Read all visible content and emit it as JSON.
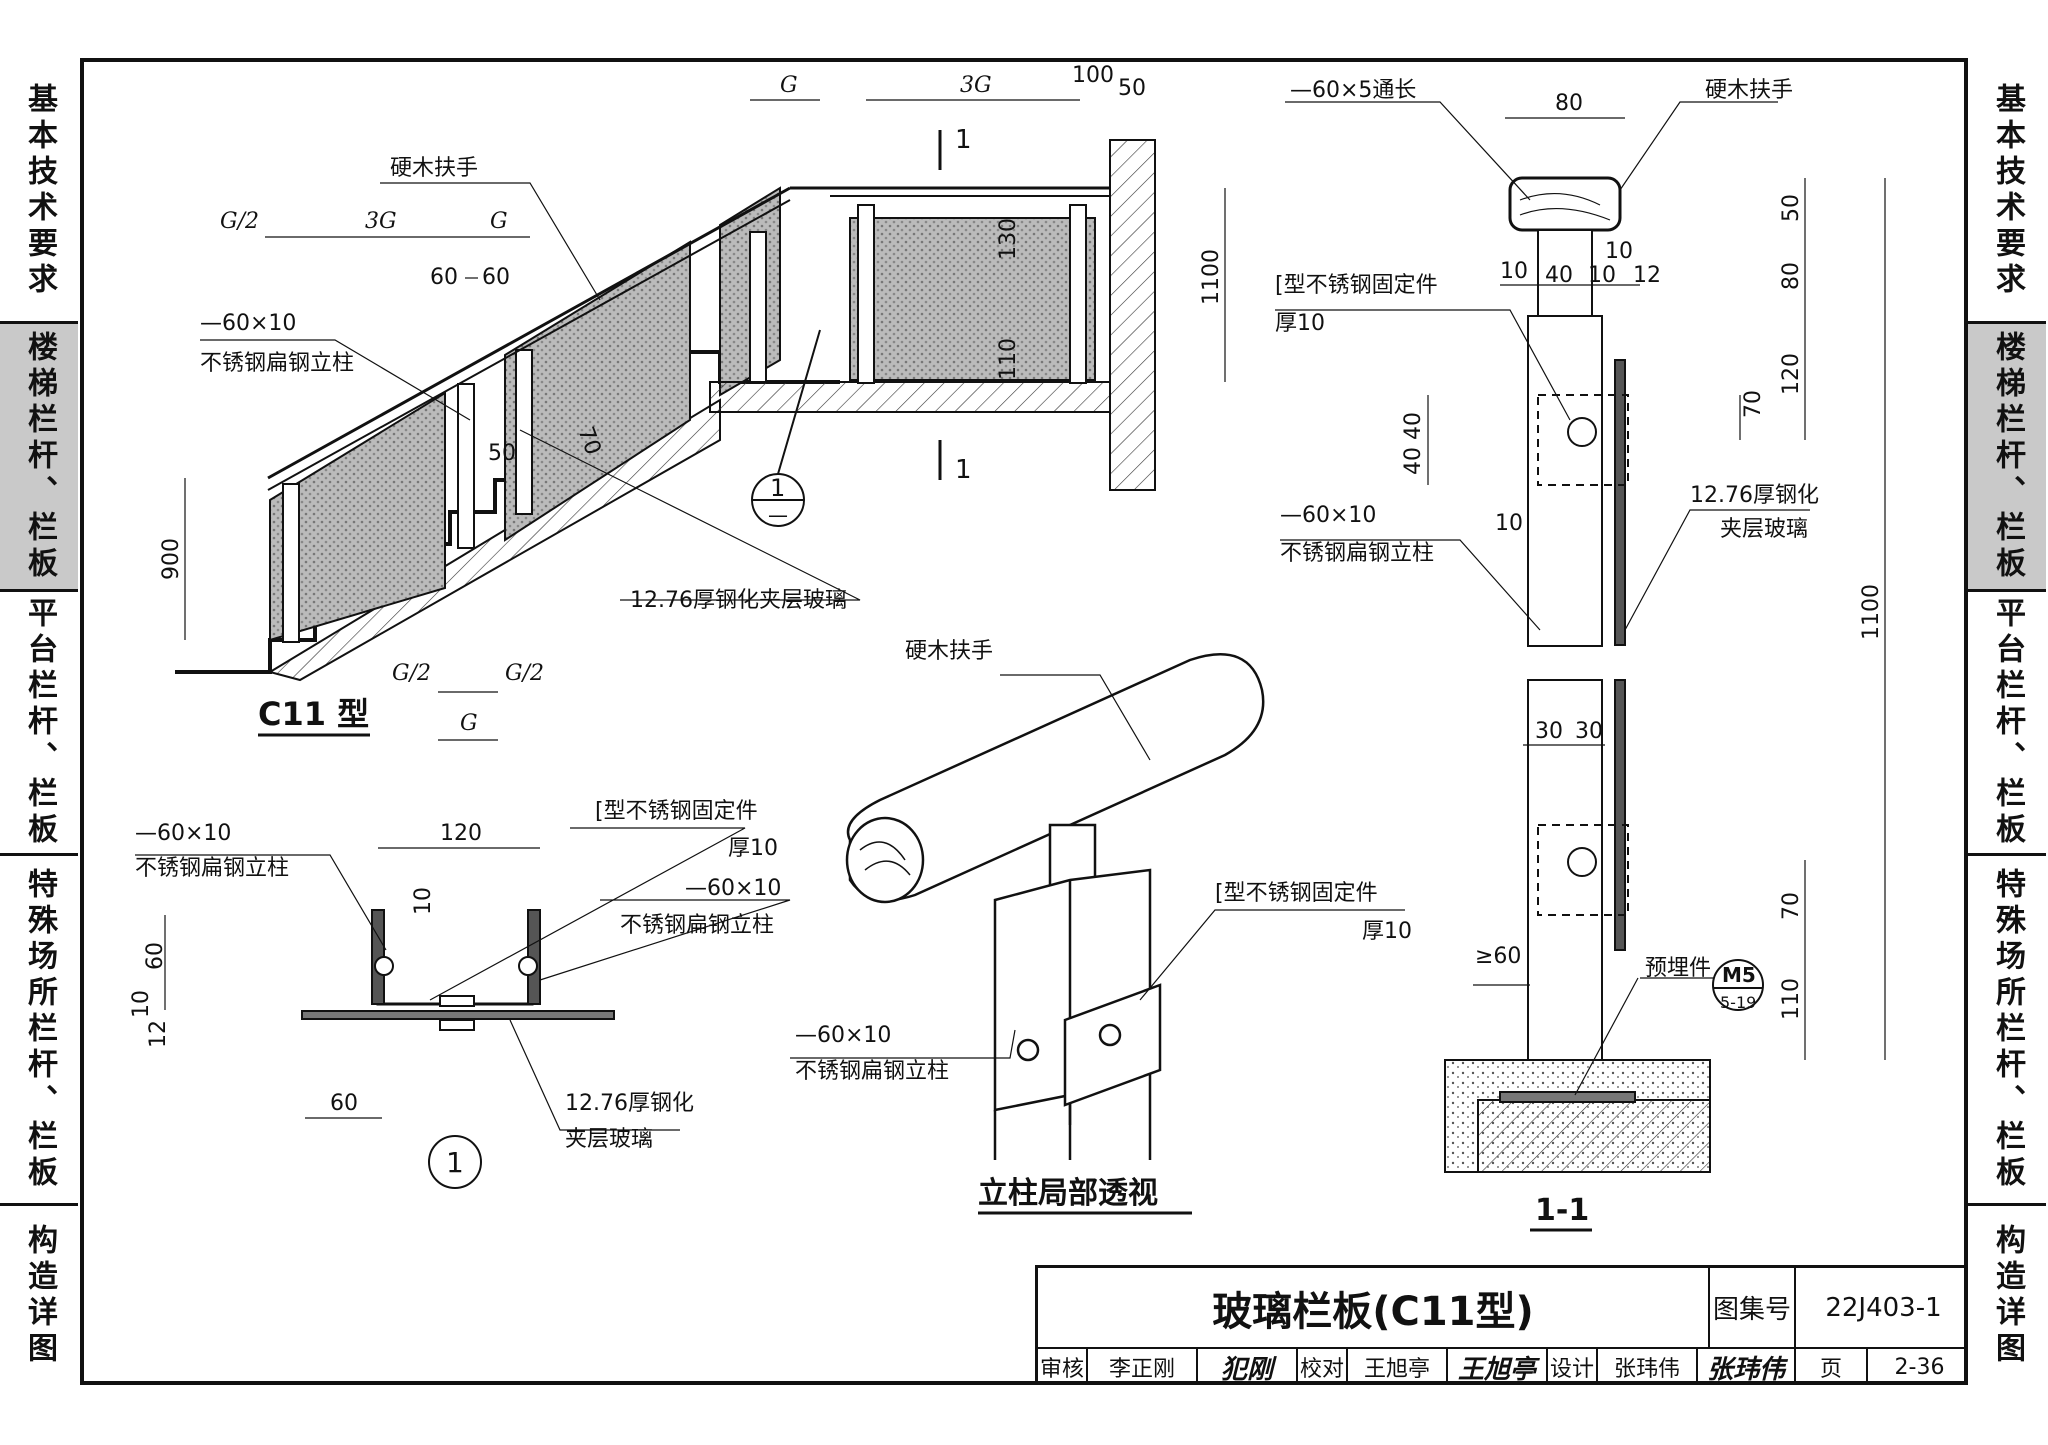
{
  "side_left": [
    {
      "label": "基本技术要求",
      "active": false
    },
    {
      "label": "楼梯栏杆、栏板",
      "active": true
    },
    {
      "label": "平台栏杆、栏板",
      "active": false
    },
    {
      "label": "特殊场所栏杆、栏板",
      "active": false
    },
    {
      "label": "构造详图",
      "active": false
    }
  ],
  "side_right": [
    {
      "label": "基本技术要求",
      "active": false
    },
    {
      "label": "楼梯栏杆、栏板",
      "active": true
    },
    {
      "label": "平台栏杆、栏板",
      "active": false
    },
    {
      "label": "特殊场所栏杆、栏板",
      "active": false
    },
    {
      "label": "构造详图",
      "active": false
    }
  ],
  "elevation": {
    "title": "C11 型",
    "handrail": "硬木扶手",
    "post_spec": "—60×10",
    "post_name": "不锈钢扁钢立柱",
    "glass": "12.76厚钢化夹层玻璃",
    "dims": {
      "g_half": "G/2",
      "g3": "3G",
      "g": "G",
      "d60a": "60",
      "d60b": "60",
      "h900": "900",
      "d50": "50",
      "d70": "70",
      "g_half_b": "G/2",
      "g_half_c": "G/2",
      "g_b": "G",
      "top_g": "G",
      "top_3g": "3G",
      "d100": "100",
      "d50b": "50",
      "d130": "130",
      "d110": "110",
      "h1100": "1100"
    },
    "cut_mark": "1",
    "detail_ref_num": "1",
    "detail_ref_den": "—"
  },
  "plan_detail": {
    "number": "1",
    "d120": "120",
    "d10": "10",
    "d60v": "60",
    "d10b": "10",
    "d12": "12",
    "d60h": "60",
    "left_post_spec": "—60×10",
    "left_post_name": "不锈钢扁钢立柱",
    "fixing": "[型不锈钢固定件",
    "fixing_thk": "厚10",
    "right_post_spec": "—60×10",
    "right_post_name": "不锈钢扁钢立柱",
    "glass_a": "12.76厚钢化",
    "glass_b": "夹层玻璃"
  },
  "perspective": {
    "title": "立柱局部透视",
    "handrail": "硬木扶手",
    "fixing": "[型不锈钢固定件",
    "fixing_thk": "厚10",
    "post_spec": "—60×10",
    "post_name": "不锈钢扁钢立柱"
  },
  "section": {
    "title": "1-1",
    "top_bar": "—60×5通长",
    "handrail": "硬木扶手",
    "fixing": "[型不锈钢固定件",
    "fixing_thk": "厚10",
    "post_spec": "—60×10",
    "post_name": "不锈钢扁钢立柱",
    "glass_a": "12.76厚钢化",
    "glass_b": "夹层玻璃",
    "embed": "预埋件",
    "embed_ref_num": "M5",
    "embed_ref_den": "5-19",
    "dims": {
      "d80": "80",
      "d10a": "10",
      "d10b": "10",
      "d40": "40",
      "d10c": "10",
      "d12": "12",
      "d40a": "40",
      "d40b": "40",
      "d10d": "10",
      "d30a": "30",
      "d30b": "30",
      "ge60": "≥60",
      "r50": "50",
      "r80": "80",
      "r120": "120",
      "r70a": "70",
      "h1100": "1100",
      "r70b": "70",
      "r110": "110"
    }
  },
  "title_block": {
    "title": "玻璃栏板(C11型)",
    "atlas_label": "图集号",
    "atlas_no": "22J403-1",
    "review_label": "审核",
    "reviewer": "李正刚",
    "review_sig": "犯刚",
    "check_label": "校对",
    "checker": "王旭亭",
    "check_sig": "王旭亭",
    "design_label": "设计",
    "designer": "张玮伟",
    "design_sig": "张玮伟",
    "page_label": "页",
    "page_no": "2-36"
  }
}
